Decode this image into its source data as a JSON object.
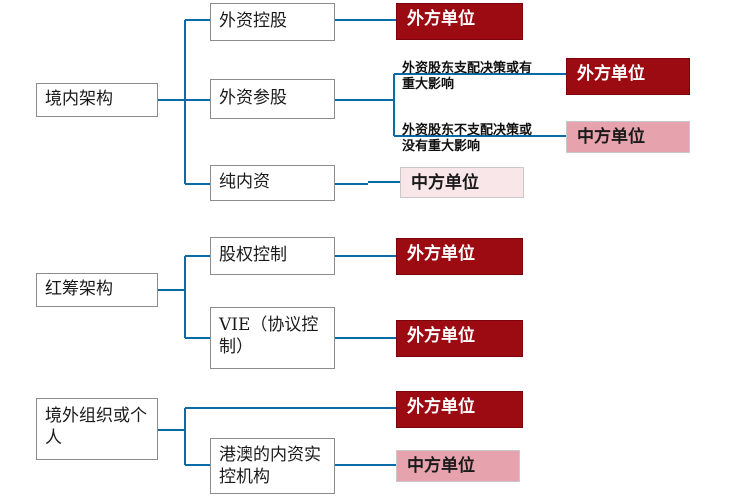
{
  "roots": {
    "onshore": "境内架构",
    "redchip": "红筹架构",
    "overseas": "境外组织或个人"
  },
  "subs": {
    "foreign_control": "外资控股",
    "foreign_stake": "外资参股",
    "pure_domestic": "纯内资",
    "equity_control": "股权控制",
    "vie": "VIE（协议控制）",
    "hk_macao": "港澳的内资实控机构"
  },
  "conditions": {
    "major_influence": "外资股东支配决策或有重大影响",
    "no_major_influence": "外资股东不支配决策或没有重大影响"
  },
  "labels": {
    "foreign_unit": "外方单位",
    "chinese_unit": "中方单位"
  },
  "colors": {
    "connector": "#0b6aa8",
    "foreign_fill": "#9c0a12",
    "chinese_mid_fill": "#e7a3ad",
    "chinese_light_fill": "#f9e6e8"
  }
}
